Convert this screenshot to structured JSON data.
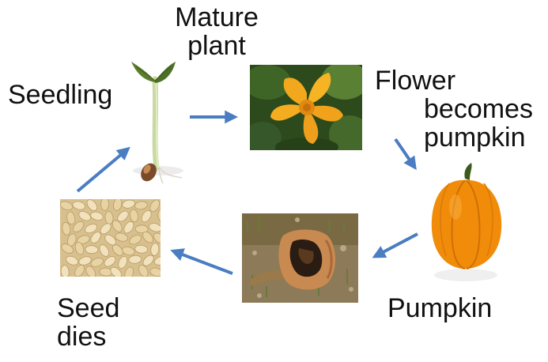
{
  "labels": {
    "seedling": "Seedling",
    "mature_plant": [
      "Mature",
      "plant"
    ],
    "flower_becomes_pumpkin": [
      "Flower",
      "becomes",
      "pumpkin"
    ],
    "pumpkin": "Pumpkin",
    "seed_dies": [
      "Seed",
      "dies"
    ]
  },
  "colors": {
    "arrow": "#4a7dc2",
    "text": "#111111"
  },
  "stages": [
    {
      "name": "seedling",
      "icon": "seedling-image"
    },
    {
      "name": "mature-plant",
      "icon": "squash-flower-image"
    },
    {
      "name": "pumpkin",
      "icon": "orange-pumpkin-image"
    },
    {
      "name": "decaying-pumpkin",
      "icon": "rotting-pumpkin-image"
    },
    {
      "name": "seeds",
      "icon": "pumpkin-seeds-image"
    }
  ]
}
